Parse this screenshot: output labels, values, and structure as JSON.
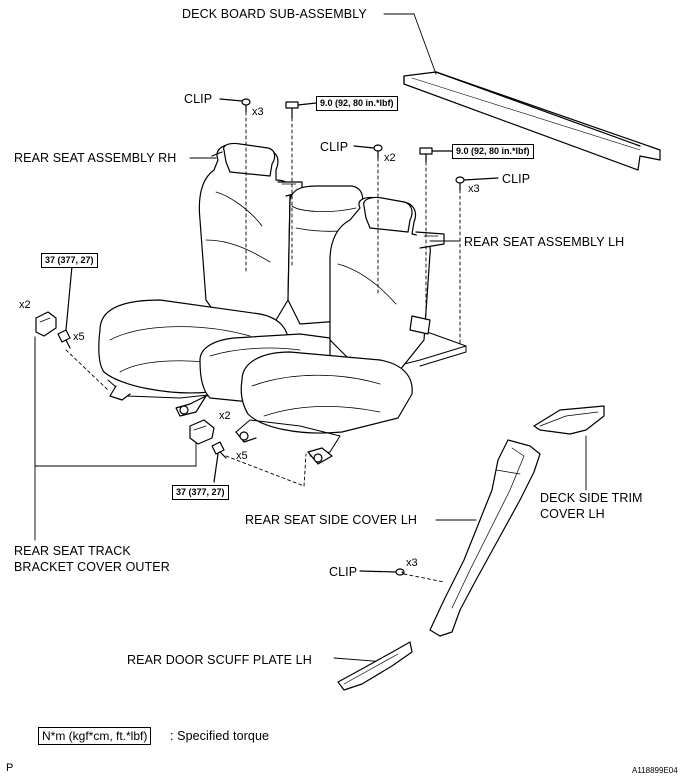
{
  "labels": {
    "deck_board": "DECK BOARD SUB-ASSEMBLY",
    "rear_seat_rh": "REAR SEAT ASSEMBLY RH",
    "rear_seat_lh": "REAR SEAT ASSEMBLY LH",
    "deck_side_trim_line1": "DECK SIDE TRIM",
    "deck_side_trim_line2": "COVER LH",
    "rear_seat_side_cover": "REAR SEAT SIDE COVER LH",
    "track_bracket_line1": "REAR SEAT TRACK",
    "track_bracket_line2": "BRACKET COVER OUTER",
    "scuff_plate": "REAR DOOR SCUFF PLATE LH",
    "clip": "CLIP"
  },
  "quantities": {
    "x3": "x3",
    "x2": "x2",
    "x5": "x5"
  },
  "torques": {
    "t_small": "9.0 (92, 80 in.*lbf)",
    "t_large": "37 (377, 27)"
  },
  "legend": {
    "box": "N*m (kgf*cm, ft.*lbf)",
    "text": ": Specified torque"
  },
  "footer": {
    "page_mark": "P",
    "figure_id": "A118899E04"
  }
}
